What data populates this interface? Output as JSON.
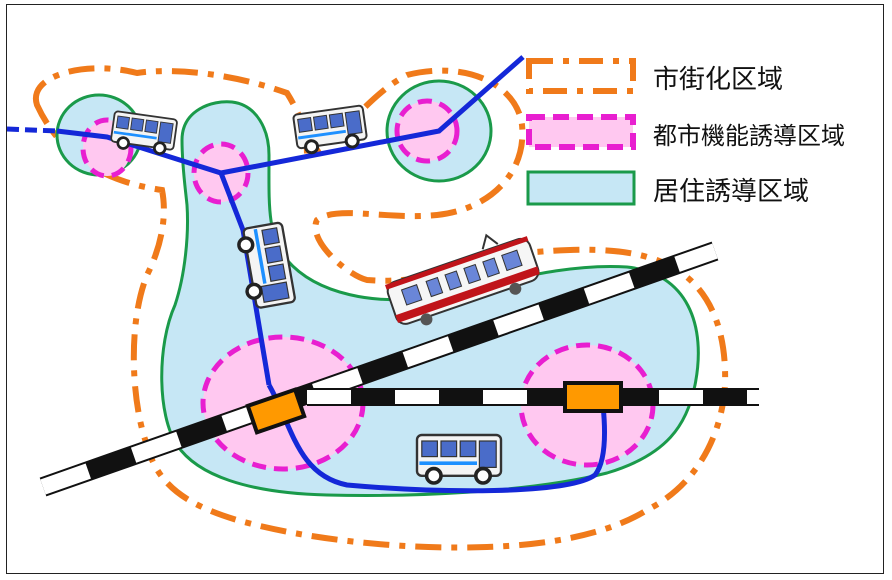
{
  "legend": {
    "items": [
      {
        "label": "市街化区域",
        "swatch": "urbanization-area",
        "border": "#f07a1a",
        "fill": "#ffffff",
        "style": "dash-dot"
      },
      {
        "label": "都市機能誘導区域",
        "swatch": "urban-function-induction-area",
        "border": "#e81fd0",
        "fill": "#ffc8f0",
        "style": "dashed"
      },
      {
        "label": "居住誘導区域",
        "swatch": "residential-induction-area",
        "border": "#1a9a4a",
        "fill": "#c6e7f5",
        "style": "solid"
      }
    ]
  },
  "map": {
    "colors": {
      "urbanization_boundary": "#f07a1a",
      "urban_function_fill": "#ffc8f0",
      "urban_function_border": "#e81fd0",
      "residential_fill": "#c6e7f5",
      "residential_border": "#1a9a4a",
      "bus_route": "#1428d8",
      "station": "#ff9900",
      "railway_dark": "#111111",
      "railway_light": "#ffffff",
      "train_red": "#c0141a"
    },
    "icons": [
      "bus-icon",
      "bus-icon",
      "bus-icon",
      "bus-icon",
      "train-icon",
      "station-icon",
      "station-icon"
    ]
  }
}
